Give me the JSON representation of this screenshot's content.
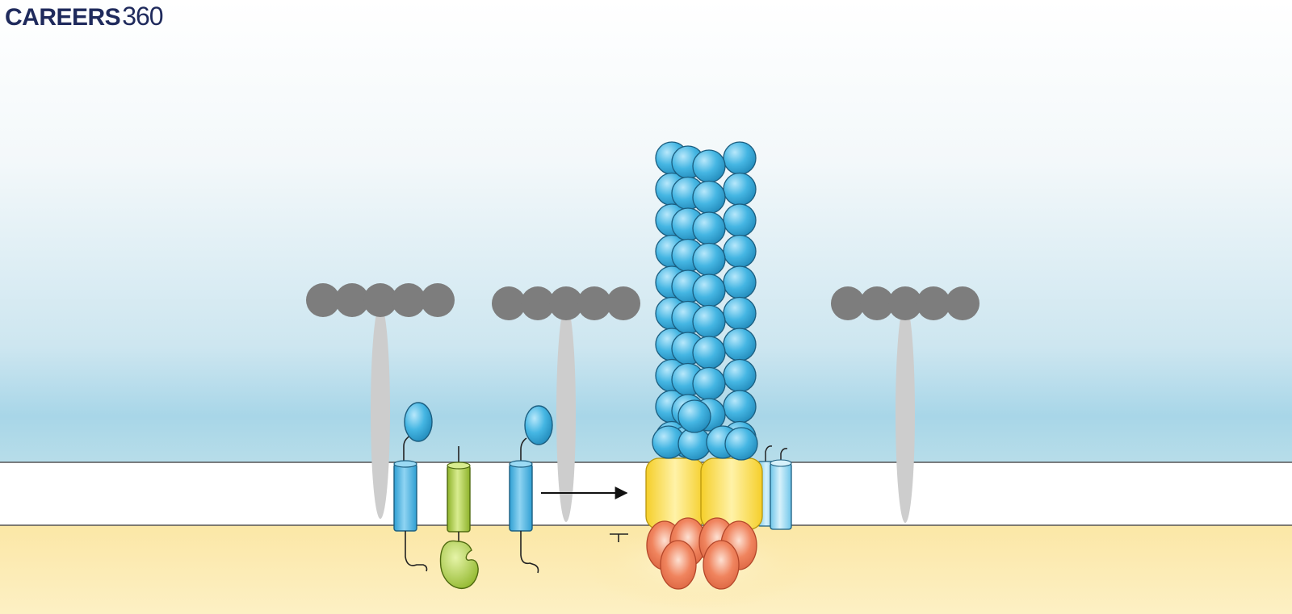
{
  "logo": {
    "brand_text": "CAREERS",
    "number_text": "360",
    "color": "#1f2a5c"
  },
  "icons": {
    "logo": "careers360-logo",
    "membrane_receptor": "integrin-like-receptor-icon",
    "kinase": "kinase-icon",
    "arrow": "arrow-right-icon",
    "receptor_complex": "receptor-complex-icon"
  },
  "colors": {
    "sky_top": "#ffffff",
    "sky_bottom": "#a9d4e6",
    "membrane": "#ffffff",
    "membrane_line": "#555555",
    "cytoplasm": "#fbe7a6",
    "collagen_head": "#7a7a7a",
    "collagen_stalk": "#cfcfcf",
    "receptor_blue": "#45b6e3",
    "receptor_green": "#a6c93a",
    "subunit_yellow": "#f7d84a",
    "subunit_orange": "#f0845e"
  }
}
